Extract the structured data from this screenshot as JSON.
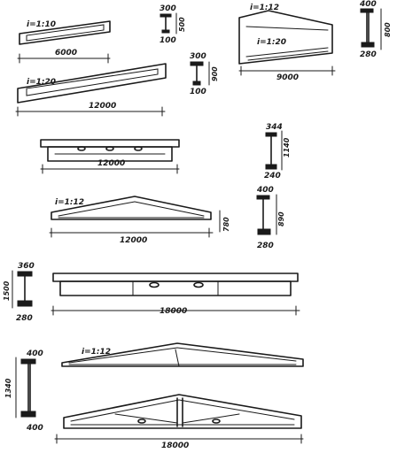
{
  "beams": {
    "b1": {
      "slope": "i=1:10",
      "span": "6000"
    },
    "b2": {
      "slope": "i=1:20",
      "span": "12000"
    },
    "b3": {
      "slope_top": "i=1:12",
      "slope_bottom": "i=1:20",
      "span": "9000"
    },
    "b4": {
      "span": "12000"
    },
    "b5": {
      "slope": "i=1:12",
      "span": "12000"
    },
    "b6": {
      "span": "18000"
    },
    "b7": {
      "slope": "i=1:12",
      "span": "18000"
    }
  },
  "sections": {
    "s1": {
      "top": "300",
      "height": "500",
      "bottom": "100"
    },
    "s2": {
      "top": "300",
      "height": "900",
      "bottom": "100"
    },
    "s3": {
      "top": "400",
      "height": "800",
      "bottom": "280"
    },
    "s4": {
      "top": "344",
      "height": "1140",
      "bottom": "240"
    },
    "s5": {
      "top": "400",
      "height": "890",
      "bottom": "280",
      "side": "780"
    },
    "s6": {
      "top": "360",
      "height": "1500",
      "bottom": "280"
    },
    "s7": {
      "top": "400",
      "height": "1340",
      "bottom": "400"
    }
  }
}
